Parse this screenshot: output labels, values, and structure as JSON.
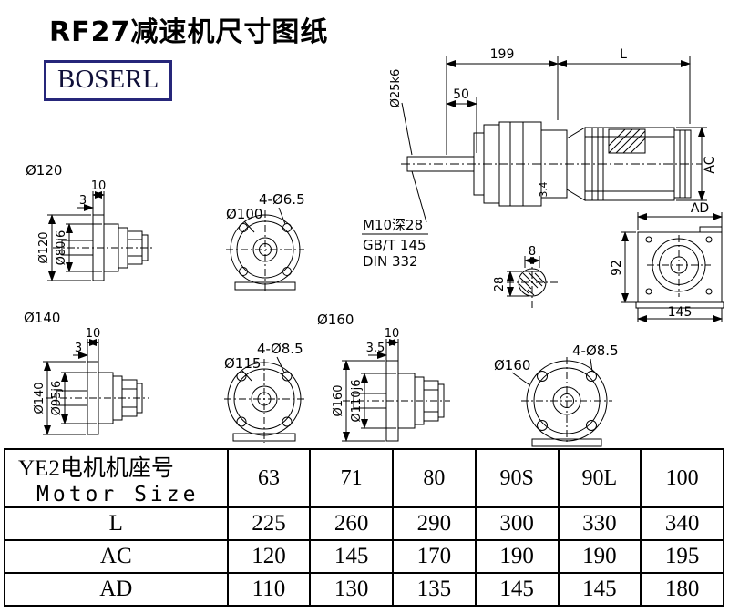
{
  "header": {
    "title": "RF27减速机尺寸图纸",
    "logo": "BOSERL"
  },
  "drawings": {
    "main": {
      "dim_199": "199",
      "dim_l": "L",
      "dim_50": "50",
      "dia_shaft": "Ø25k6",
      "dim_ac": "AC",
      "dim_34": "3.4",
      "note_thread": "M10深28",
      "note_gb": "GB/T 145",
      "note_din": "DIN 332"
    },
    "end_view": {
      "dim_ad": "AD",
      "dim_92": "92",
      "dim_145": "145"
    },
    "shaft_section": {
      "dim_8": "8",
      "dim_28": "28"
    },
    "flange_120": {
      "label": "Ø120",
      "dim_10": "10",
      "dim_3": "3",
      "dia_flange": "Ø120",
      "dia_pilot": "Ø80j6"
    },
    "front_100": {
      "label": "Ø100",
      "holes": "4-Ø6.5"
    },
    "flange_140": {
      "label": "Ø140",
      "dim_10": "10",
      "dim_3": "3",
      "dia_flange": "Ø140",
      "dia_pilot": "Ø95j6"
    },
    "front_115": {
      "label": "Ø115",
      "holes": "4-Ø8.5"
    },
    "flange_160": {
      "label": "Ø160",
      "dim_10": "10",
      "dim_35": "3.5",
      "dia_flange": "Ø160",
      "dia_pilot": "Ø110j6"
    },
    "front_160": {
      "label": "Ø160",
      "holes": "4-Ø8.5"
    }
  },
  "table": {
    "header": {
      "line1": "YE2电机机座号",
      "line2": "Motor Size"
    },
    "columns": [
      "63",
      "71",
      "80",
      "90S",
      "90L",
      "100"
    ],
    "rows": [
      {
        "label": "L",
        "values": [
          "225",
          "260",
          "290",
          "300",
          "330",
          "340"
        ]
      },
      {
        "label": "AC",
        "values": [
          "120",
          "145",
          "170",
          "190",
          "190",
          "195"
        ]
      },
      {
        "label": "AD",
        "values": [
          "110",
          "130",
          "135",
          "145",
          "145",
          "180"
        ]
      }
    ]
  }
}
